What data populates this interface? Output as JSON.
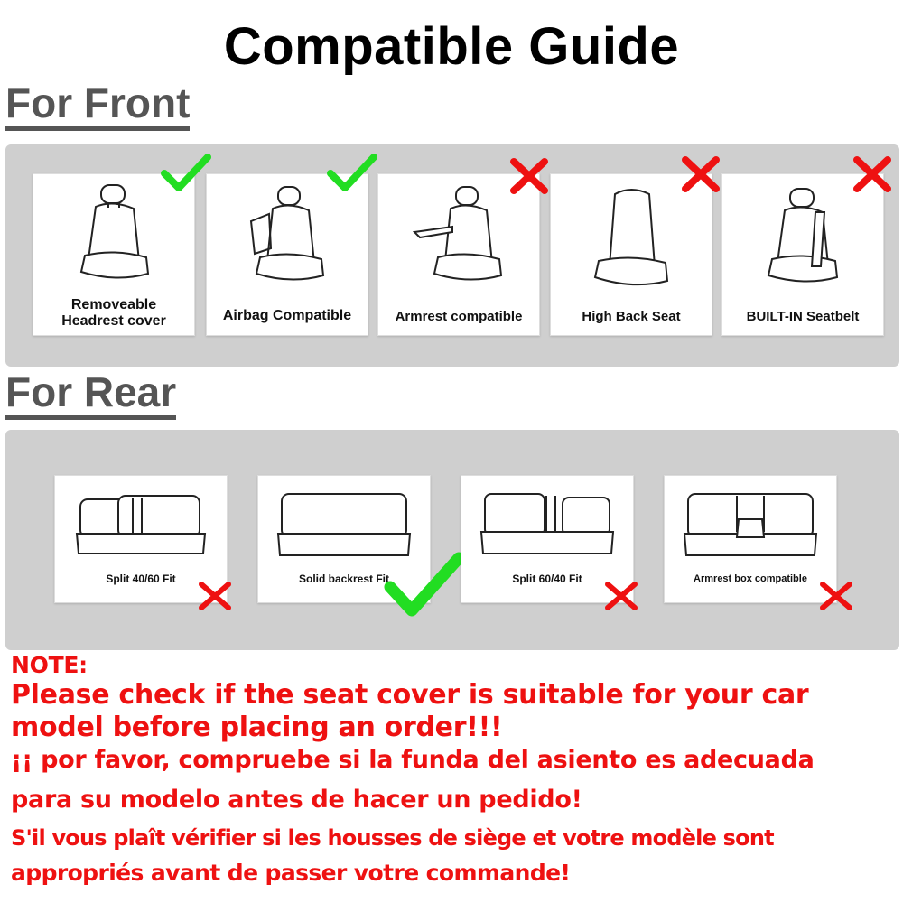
{
  "title": "Compatible Guide",
  "front": {
    "heading": "For Front",
    "cards": [
      {
        "label_lines": [
          "Removeable",
          "Headrest cover"
        ],
        "status": "check",
        "icon": "front-seat-headrest-icon"
      },
      {
        "label_lines": [
          "Airbag Compatible"
        ],
        "status": "check",
        "icon": "front-seat-airbag-icon"
      },
      {
        "label_lines": [
          "Armrest compatible"
        ],
        "status": "cross",
        "icon": "front-seat-armrest-icon"
      },
      {
        "label_lines": [
          "High Back Seat"
        ],
        "status": "cross",
        "icon": "high-back-seat-icon"
      },
      {
        "label_lines": [
          "BUILT-IN Seatbelt"
        ],
        "status": "cross",
        "icon": "front-seat-seatbelt-icon"
      }
    ]
  },
  "rear": {
    "heading": "For Rear",
    "cards": [
      {
        "label": "Split 40/60 Fit",
        "status": "cross",
        "icon": "split-40-60-bench-icon"
      },
      {
        "label": "Solid backrest Fit",
        "status": "check",
        "icon": "solid-bench-icon"
      },
      {
        "label": "Split 60/40 Fit",
        "status": "cross",
        "icon": "split-60-40-bench-icon"
      },
      {
        "label": "Armrest box compatible",
        "status": "cross",
        "icon": "armrest-box-bench-icon"
      }
    ]
  },
  "note": {
    "heading": "NOTE:",
    "lines": [
      "Please check if the seat cover is suitable for your car",
      "model before placing an order!!!",
      "¡¡ por favor, compruebe si la funda del asiento es adecuada",
      "para su modelo antes de hacer un pedido!",
      "S'il vous plaît vérifier si les housses de siège et votre modèle sont",
      "appropriés avant de passer votre commande!"
    ]
  },
  "colors": {
    "check": "#22dd22",
    "cross": "#ee1111",
    "note": "#ee1111",
    "panel": "#cfcfcf",
    "heading": "#555555"
  }
}
